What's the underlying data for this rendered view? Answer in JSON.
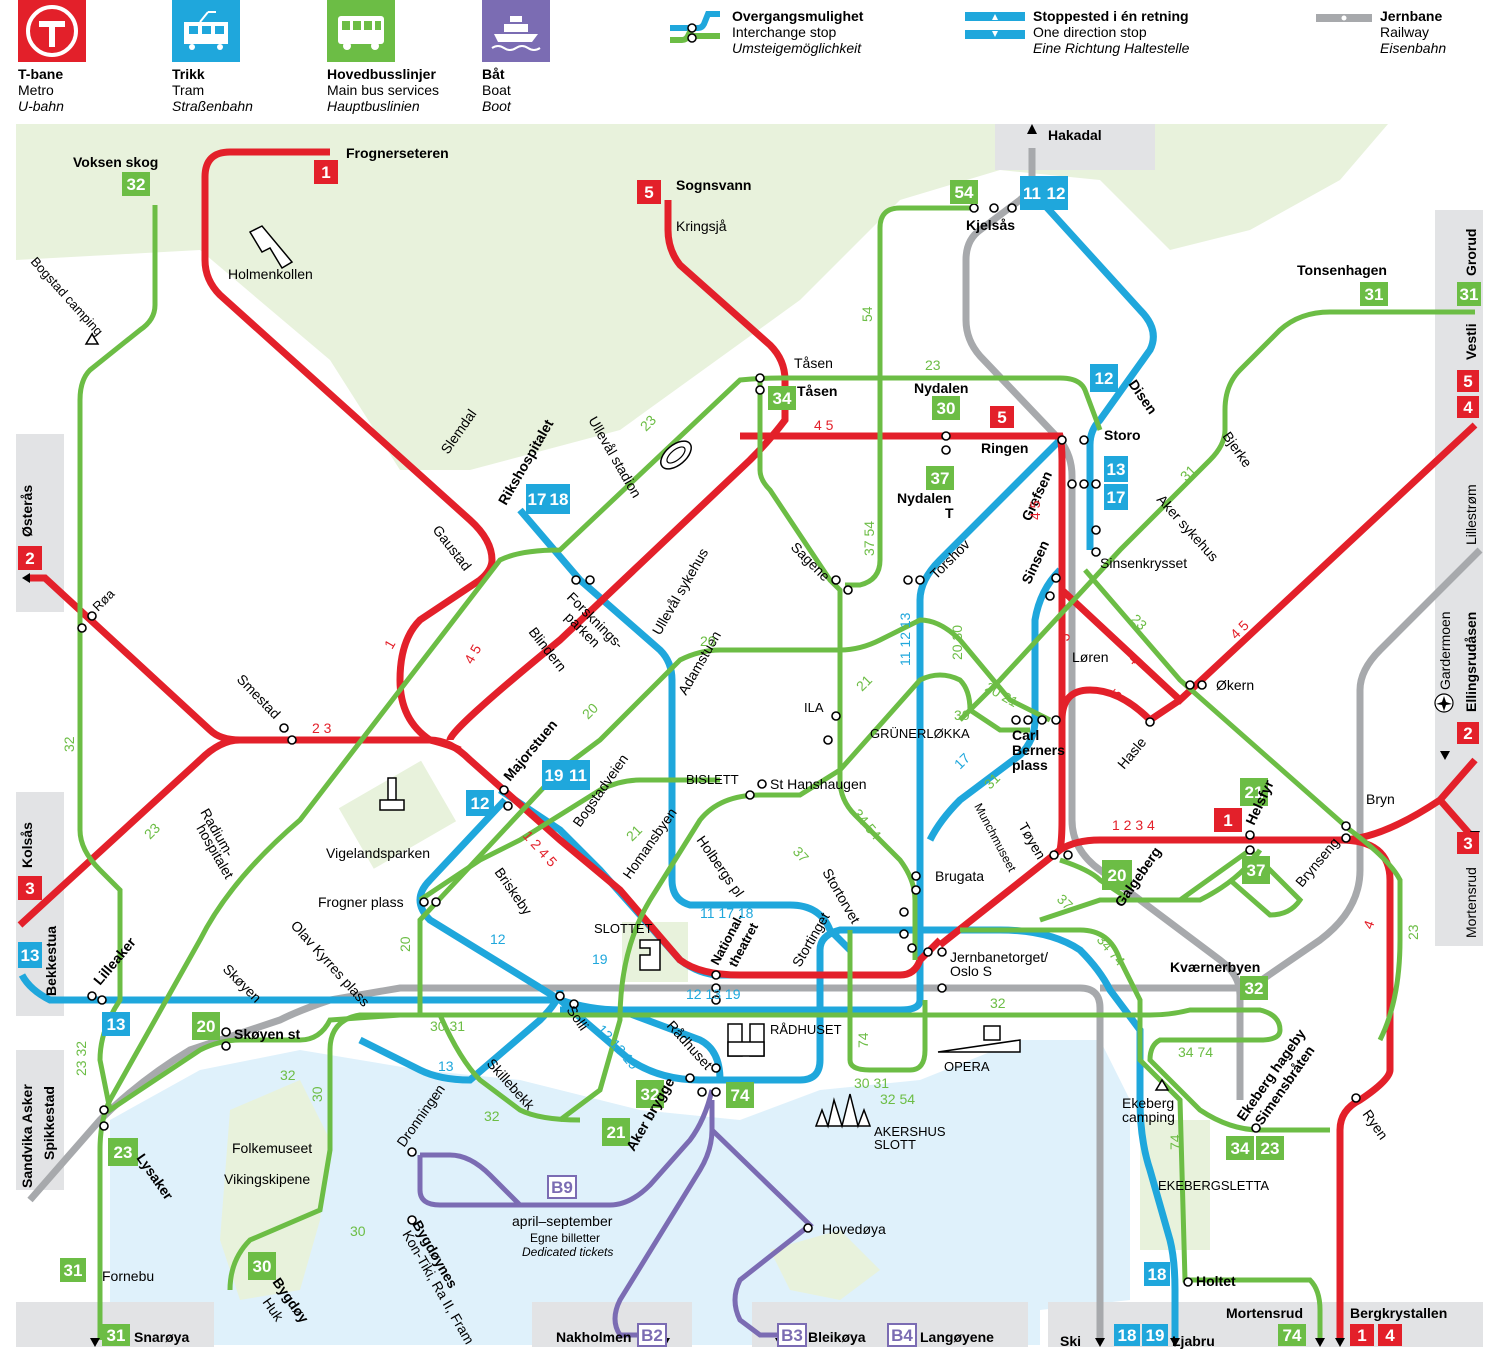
{
  "legend": {
    "metro": {
      "title": "T-bane",
      "en": "Metro",
      "de": "U-bahn",
      "color": "#e3202a"
    },
    "tram": {
      "title": "Trikk",
      "en": "Tram",
      "de": "Straßenbahn",
      "color": "#1fa7dc"
    },
    "bus": {
      "title": "Hovedbusslinjer",
      "en": "Main bus services",
      "de": "Hauptbuslinien",
      "color": "#6cbd45"
    },
    "boat": {
      "title": "Båt",
      "en": "Boat",
      "de": "Boot",
      "color": "#7b6cb3"
    },
    "interchange": {
      "title": "Overgangsmulighet",
      "en": "Interchange stop",
      "de": "Umsteigemöglichkeit"
    },
    "one_direction": {
      "title": "Stoppested i én retning",
      "en": "One direction stop",
      "de": "Eine Richtung Haltestelle"
    },
    "railway": {
      "title": "Jernbane",
      "en": "Railway",
      "de": "Eisenbahn",
      "color": "#a7a9ac"
    }
  },
  "colors": {
    "metro": "#e3202a",
    "tram": "#1fa7dc",
    "bus": "#6cbd45",
    "boat": "#7b6cb3",
    "rail": "#a7a9ac",
    "park": "#e8f2dc",
    "water": "#dff1fb",
    "panel": "#e2e3e5"
  },
  "stations": {
    "frognerseteren": "Frognerseteren",
    "holmenkollen": "Holmenkollen",
    "voksen_skog": "Voksen skog",
    "bogstad_camping": "Bogstad camping",
    "sognsvann": "Sognsvann",
    "kringsja": "Kringsjå",
    "hakadal": "Hakadal",
    "kjelsas": "Kjelsås",
    "tonsenhagen": "Tonsenhagen",
    "grorud": "Grorud",
    "vestli": "Vestli",
    "tasen1": "Tåsen",
    "tasen2": "Tåsen",
    "nydalen": "Nydalen",
    "ringen": "Ringen",
    "storo": "Storo",
    "disen": "Disen",
    "nydalen_t1": "Nydalen",
    "nydalen_t2": "T",
    "ulleval_stadion": "Ullevål stadion",
    "rikshospitalet": "Rikshospitalet",
    "slemdal": "Slemdal",
    "gaustad": "Gaustad",
    "osteras": "Østerås",
    "roa": "Røa",
    "grefsen": "Grefsen",
    "sinsen": "Sinsen",
    "sinsenkrysset": "Sinsenkrysset",
    "aker_sykehus": "Aker sykehus",
    "bjerke": "Bjerke",
    "lillestrom": "Lillestrøm",
    "torshov": "Torshov",
    "sagene": "Sagene",
    "forskningsparken1": "Forsknings-",
    "forskningsparken2": "parken",
    "ulleval_sykehus": "Ullevål sykehus",
    "blindern": "Blindern",
    "loren": "Løren",
    "okern": "Økern",
    "gardermoen": "Gardermoen",
    "ellingsrudasen": "Ellingsrudåsen",
    "smestad": "Smestad",
    "adamstuen": "Adamstuen",
    "ila": "ILA",
    "grunerlokka": "GRÜNERLØKKA",
    "carl1": "Carl",
    "carl2": "Berners",
    "carl3": "plass",
    "hasle": "Hasle",
    "majorstuen": "Majorstuen",
    "bogstadveien": "Bogstadveien",
    "bislett": "BISLETT",
    "st_hanshaugen": "St Hanshaugen",
    "kolsas": "Kolsås",
    "radium1": "Radium-",
    "radium2": "hospitalet",
    "vigelandsparken": "Vigelandsparken",
    "homansbyen": "Homansbyen",
    "holbergs_pl": "Holbergs pl",
    "munchmuseet": "Munchmuseet",
    "toyen": "Tøyen",
    "helsfyr": "Helsfyr",
    "bryn": "Bryn",
    "brynseng": "Brynseng",
    "galgeberg": "Galgeberg",
    "mortensrud": "Mortensrud",
    "brugata": "Brugata",
    "storgata": "Stortorvet",
    "frogner_plass": "Frogner plass",
    "briskeby": "Briskeby",
    "slottet": "SLOTTET",
    "nationaltheatret1": "National-",
    "nationaltheatret2": "theatret",
    "stortinget": "Stortinget",
    "jernbanetorget1": "Jernbanetorget/",
    "jernbanetorget2": "Oslo S",
    "bekkestua": "Bekkestua",
    "lilleaker": "Lilleaker",
    "skoyen": "Skøyen",
    "olav_kyrres": "Olav Kyrres plass",
    "kvaernerbyen": "Kværnerbyen",
    "skoyen_st": "Skøyen st",
    "solli": "Solli",
    "radhuset_lbl": "RÅDHUSET",
    "radhuset": "Rådhuset",
    "opera": "OPERA",
    "skillebekk": "Skillebekk",
    "dronningen": "Dronningen",
    "aker_brygge": "Aker brygge",
    "folkemuseet": "Folkemuseet",
    "vikingskipene": "Vikingskipene",
    "akershus1": "AKERSHUS",
    "akershus2": "SLOTT",
    "ekeberg_camping1": "Ekeberg",
    "ekeberg_camping2": "camping",
    "ekeberg_hageby": "Ekeberg hageby",
    "simensbraten": "Simensbråten",
    "ryen": "Ryen",
    "ekebergsletta": "EKEBERGSLETTA",
    "sandvika": "Sandvika Asker",
    "spikkestad": "Spikkestad",
    "lysaker": "Lysaker",
    "hovedoya": "Hovedøya",
    "bygdoynes": "Bygdøynes",
    "kontiki": "Kon-Tiki, Ra II, Fram",
    "bygdoy": "Bygdøy",
    "huk": "Huk",
    "fornebu": "Fornebu",
    "holtet": "Holtet",
    "snaroya": "Snarøya",
    "nakholmen": "Nakholmen",
    "bleikoya": "Bleikøya",
    "langoyene": "Langøyene",
    "ski": "Ski",
    "ljabru": "Ljabru",
    "bergkrystallen": "Bergkrystallen"
  },
  "boat_info": {
    "line": "B9",
    "season": "april–september",
    "tickets_no": "Egne billetter",
    "tickets_en": "Dedicated tickets"
  },
  "badges": {
    "l1": "1",
    "l2": "2",
    "l3": "3",
    "l4": "4",
    "l5": "5",
    "b32": "32",
    "b54": "54",
    "b30": "30",
    "b37": "37",
    "b31": "31",
    "b34": "34",
    "b20": "20",
    "b21": "21",
    "b23": "23",
    "b74": "74",
    "t11": "11",
    "t12": "12",
    "t13": "13",
    "t17": "17",
    "t18": "18",
    "t19": "19",
    "bB2": "B2",
    "bB3": "B3",
    "bB4": "B4",
    "bB9": "B9"
  },
  "line_labels": {
    "m45": "4 5",
    "m23": "2 3",
    "m1": "1",
    "m1234": "1 2 3 4",
    "m1245": "1 2 4 5",
    "m4": "4",
    "m5": "5",
    "b23": "23",
    "b54": "54",
    "b3754": "37 54",
    "b2030": "20 30",
    "b20": "20",
    "b21": "21",
    "b30": "30",
    "b3031": "30 31",
    "b32": "32",
    "b23_32": "23 32",
    "b3454": "34 54",
    "b37": "37",
    "b3474": "34 74",
    "b74": "74",
    "b31": "31",
    "b3031_2": "30 31",
    "b3254": "32 54",
    "t111213": "11 12 13",
    "t111718": "11 17 18",
    "t121319": "12 13 19",
    "t121319v": "12 13 19",
    "t12": "12",
    "t19": "19",
    "t13": "13",
    "t17": "17",
    "t3474": "34 74",
    "b2021": "20 21"
  }
}
